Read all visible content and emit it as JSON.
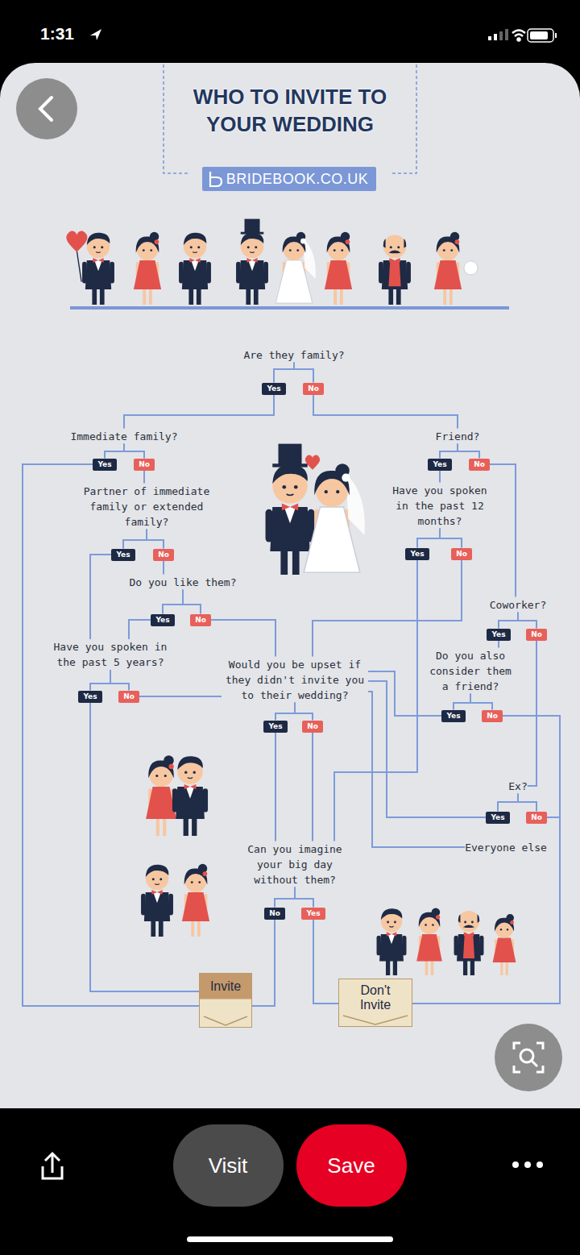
{
  "diagram": {
    "title": "WHO TO INVITE TO YOUR WEDDING",
    "nodes": [
      {
        "text": [
          "BRIDEBOOK.CO.UK"
        ]
      },
      {
        "text": [
          "Are they family?"
        ]
      },
      {
        "text": [
          "Yes"
        ]
      },
      {
        "text": [
          "No"
        ]
      },
      {
        "text": [
          "Immediate family?"
        ]
      },
      {
        "text": [
          "Yes"
        ]
      },
      {
        "text": [
          "No"
        ]
      },
      {
        "text": [
          "Friend?"
        ]
      },
      {
        "text": [
          "Yes"
        ]
      },
      {
        "text": [
          "No"
        ]
      },
      {
        "text": [
          "Partner of immediate family or extended family?"
        ]
      },
      {
        "text": [
          "Have you spoken in the past 12 months?"
        ]
      },
      {
        "text": [
          "Yes"
        ]
      },
      {
        "text": [
          "No"
        ]
      },
      {
        "text": [
          "Yes"
        ]
      },
      {
        "text": [
          "No"
        ]
      },
      {
        "text": [
          "Do you like them?"
        ]
      },
      {
        "text": [
          "Yes"
        ]
      },
      {
        "text": [
          "No"
        ]
      },
      {
        "text": [
          "Coworker?"
        ]
      },
      {
        "text": [
          "Yes"
        ]
      },
      {
        "text": [
          "No"
        ]
      },
      {
        "text": [
          "Have you spoken in the past 5 years?"
        ]
      },
      {
        "text": [
          "Would you be upset if they didn't invite you to their wedding?"
        ]
      },
      {
        "text": [
          "Do you also consider them a friend?"
        ]
      },
      {
        "text": [
          "Yes"
        ]
      },
      {
        "text": [
          "No"
        ]
      },
      {
        "text": [
          "Yes"
        ]
      },
      {
        "text": [
          "No"
        ]
      },
      {
        "text": [
          "Yes"
        ]
      },
      {
        "text": [
          "No"
        ]
      },
      {
        "text": [
          "Ex?"
        ]
      },
      {
        "text": [
          "Yes"
        ]
      },
      {
        "text": [
          "No"
        ]
      },
      {
        "text": [
          "Everyone else"
        ]
      },
      {
        "text": [
          "Can you imagine your big day without them?"
        ]
      },
      {
        "text": [
          "No"
        ]
      },
      {
        "text": [
          "Yes"
        ]
      },
      {
        "text": [
          "Invite"
        ]
      },
      {
        "text": [
          "Don't Invite"
        ]
      },
      {
        "text": [
          "Visit"
        ]
      },
      {
        "text": [
          "Save"
        ]
      }
    ],
    "edges": [
      {
        "from": 1,
        "to": 2,
        "arrow": "none"
      },
      {
        "from": 1,
        "to": 3,
        "arrow": "none"
      },
      {
        "from": 2,
        "to": 4,
        "arrow": "none"
      },
      {
        "from": 3,
        "to": 7,
        "arrow": "none"
      },
      {
        "from": 4,
        "to": 5,
        "arrow": "none"
      },
      {
        "from": 4,
        "to": 6,
        "arrow": "none"
      },
      {
        "from": 7,
        "to": 8,
        "arrow": "none"
      },
      {
        "from": 7,
        "to": 9,
        "arrow": "none"
      },
      {
        "from": 5,
        "to": 38,
        "arrow": "none"
      },
      {
        "from": 6,
        "to": 10,
        "arrow": "none"
      },
      {
        "from": 8,
        "to": 11,
        "arrow": "none"
      },
      {
        "from": 9,
        "to": 19,
        "arrow": "none"
      },
      {
        "from": 10,
        "to": 12,
        "arrow": "none"
      },
      {
        "from": 10,
        "to": 13,
        "arrow": "none"
      },
      {
        "from": 11,
        "to": 14,
        "arrow": "none"
      },
      {
        "from": 11,
        "to": 15,
        "arrow": "none"
      },
      {
        "from": 12,
        "to": 22,
        "arrow": "none"
      },
      {
        "from": 13,
        "to": 16,
        "arrow": "none"
      },
      {
        "from": 14,
        "to": 35,
        "arrow": "none"
      },
      {
        "from": 15,
        "to": 23,
        "arrow": "none"
      },
      {
        "from": 16,
        "to": 17,
        "arrow": "none"
      },
      {
        "from": 16,
        "to": 18,
        "arrow": "none"
      },
      {
        "from": 17,
        "to": 22,
        "arrow": "none"
      },
      {
        "from": 18,
        "to": 23,
        "arrow": "none"
      },
      {
        "from": 19,
        "to": 20,
        "arrow": "none"
      },
      {
        "from": 19,
        "to": 21,
        "arrow": "none"
      },
      {
        "from": 20,
        "to": 24,
        "arrow": "none"
      },
      {
        "from": 21,
        "to": 31,
        "arrow": "none"
      },
      {
        "from": 22,
        "to": 25,
        "arrow": "none"
      },
      {
        "from": 22,
        "to": 26,
        "arrow": "none"
      },
      {
        "from": 23,
        "to": 29,
        "arrow": "none"
      },
      {
        "from": 23,
        "to": 30,
        "arrow": "none"
      },
      {
        "from": 24,
        "to": 27,
        "arrow": "none"
      },
      {
        "from": 24,
        "to": 28,
        "arrow": "none"
      },
      {
        "from": 25,
        "to": 38,
        "arrow": "none"
      },
      {
        "from": 26,
        "to": 23,
        "arrow": "none"
      },
      {
        "from": 27,
        "to": 23,
        "arrow": "none"
      },
      {
        "from": 28,
        "to": 39,
        "arrow": "none"
      },
      {
        "from": 29,
        "to": 35,
        "arrow": "none"
      },
      {
        "from": 30,
        "to": 35,
        "arrow": "none"
      },
      {
        "from": 31,
        "to": 32,
        "arrow": "none"
      },
      {
        "from": 31,
        "to": 33,
        "arrow": "none"
      },
      {
        "from": 32,
        "to": 23,
        "arrow": "none"
      },
      {
        "from": 33,
        "to": 39,
        "arrow": "none"
      },
      {
        "from": 34,
        "to": 23,
        "arrow": "none"
      },
      {
        "from": 35,
        "to": 36,
        "arrow": "none"
      },
      {
        "from": 35,
        "to": 37,
        "arrow": "none"
      },
      {
        "from": 36,
        "to": 38,
        "arrow": "none"
      },
      {
        "from": 37,
        "to": 39,
        "arrow": "none"
      }
    ],
    "labels": [
      "1:31"
    ]
  }
}
